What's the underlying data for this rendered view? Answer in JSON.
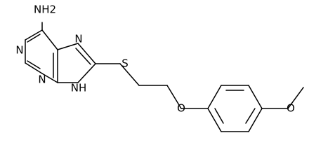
{
  "molecule": {
    "atom_labels": {
      "nh2": "NH2",
      "n1": "N",
      "n3": "N",
      "n7": "N",
      "n9h": "NH",
      "s": "S",
      "o_ether": "O",
      "o_methoxy": "O"
    }
  }
}
